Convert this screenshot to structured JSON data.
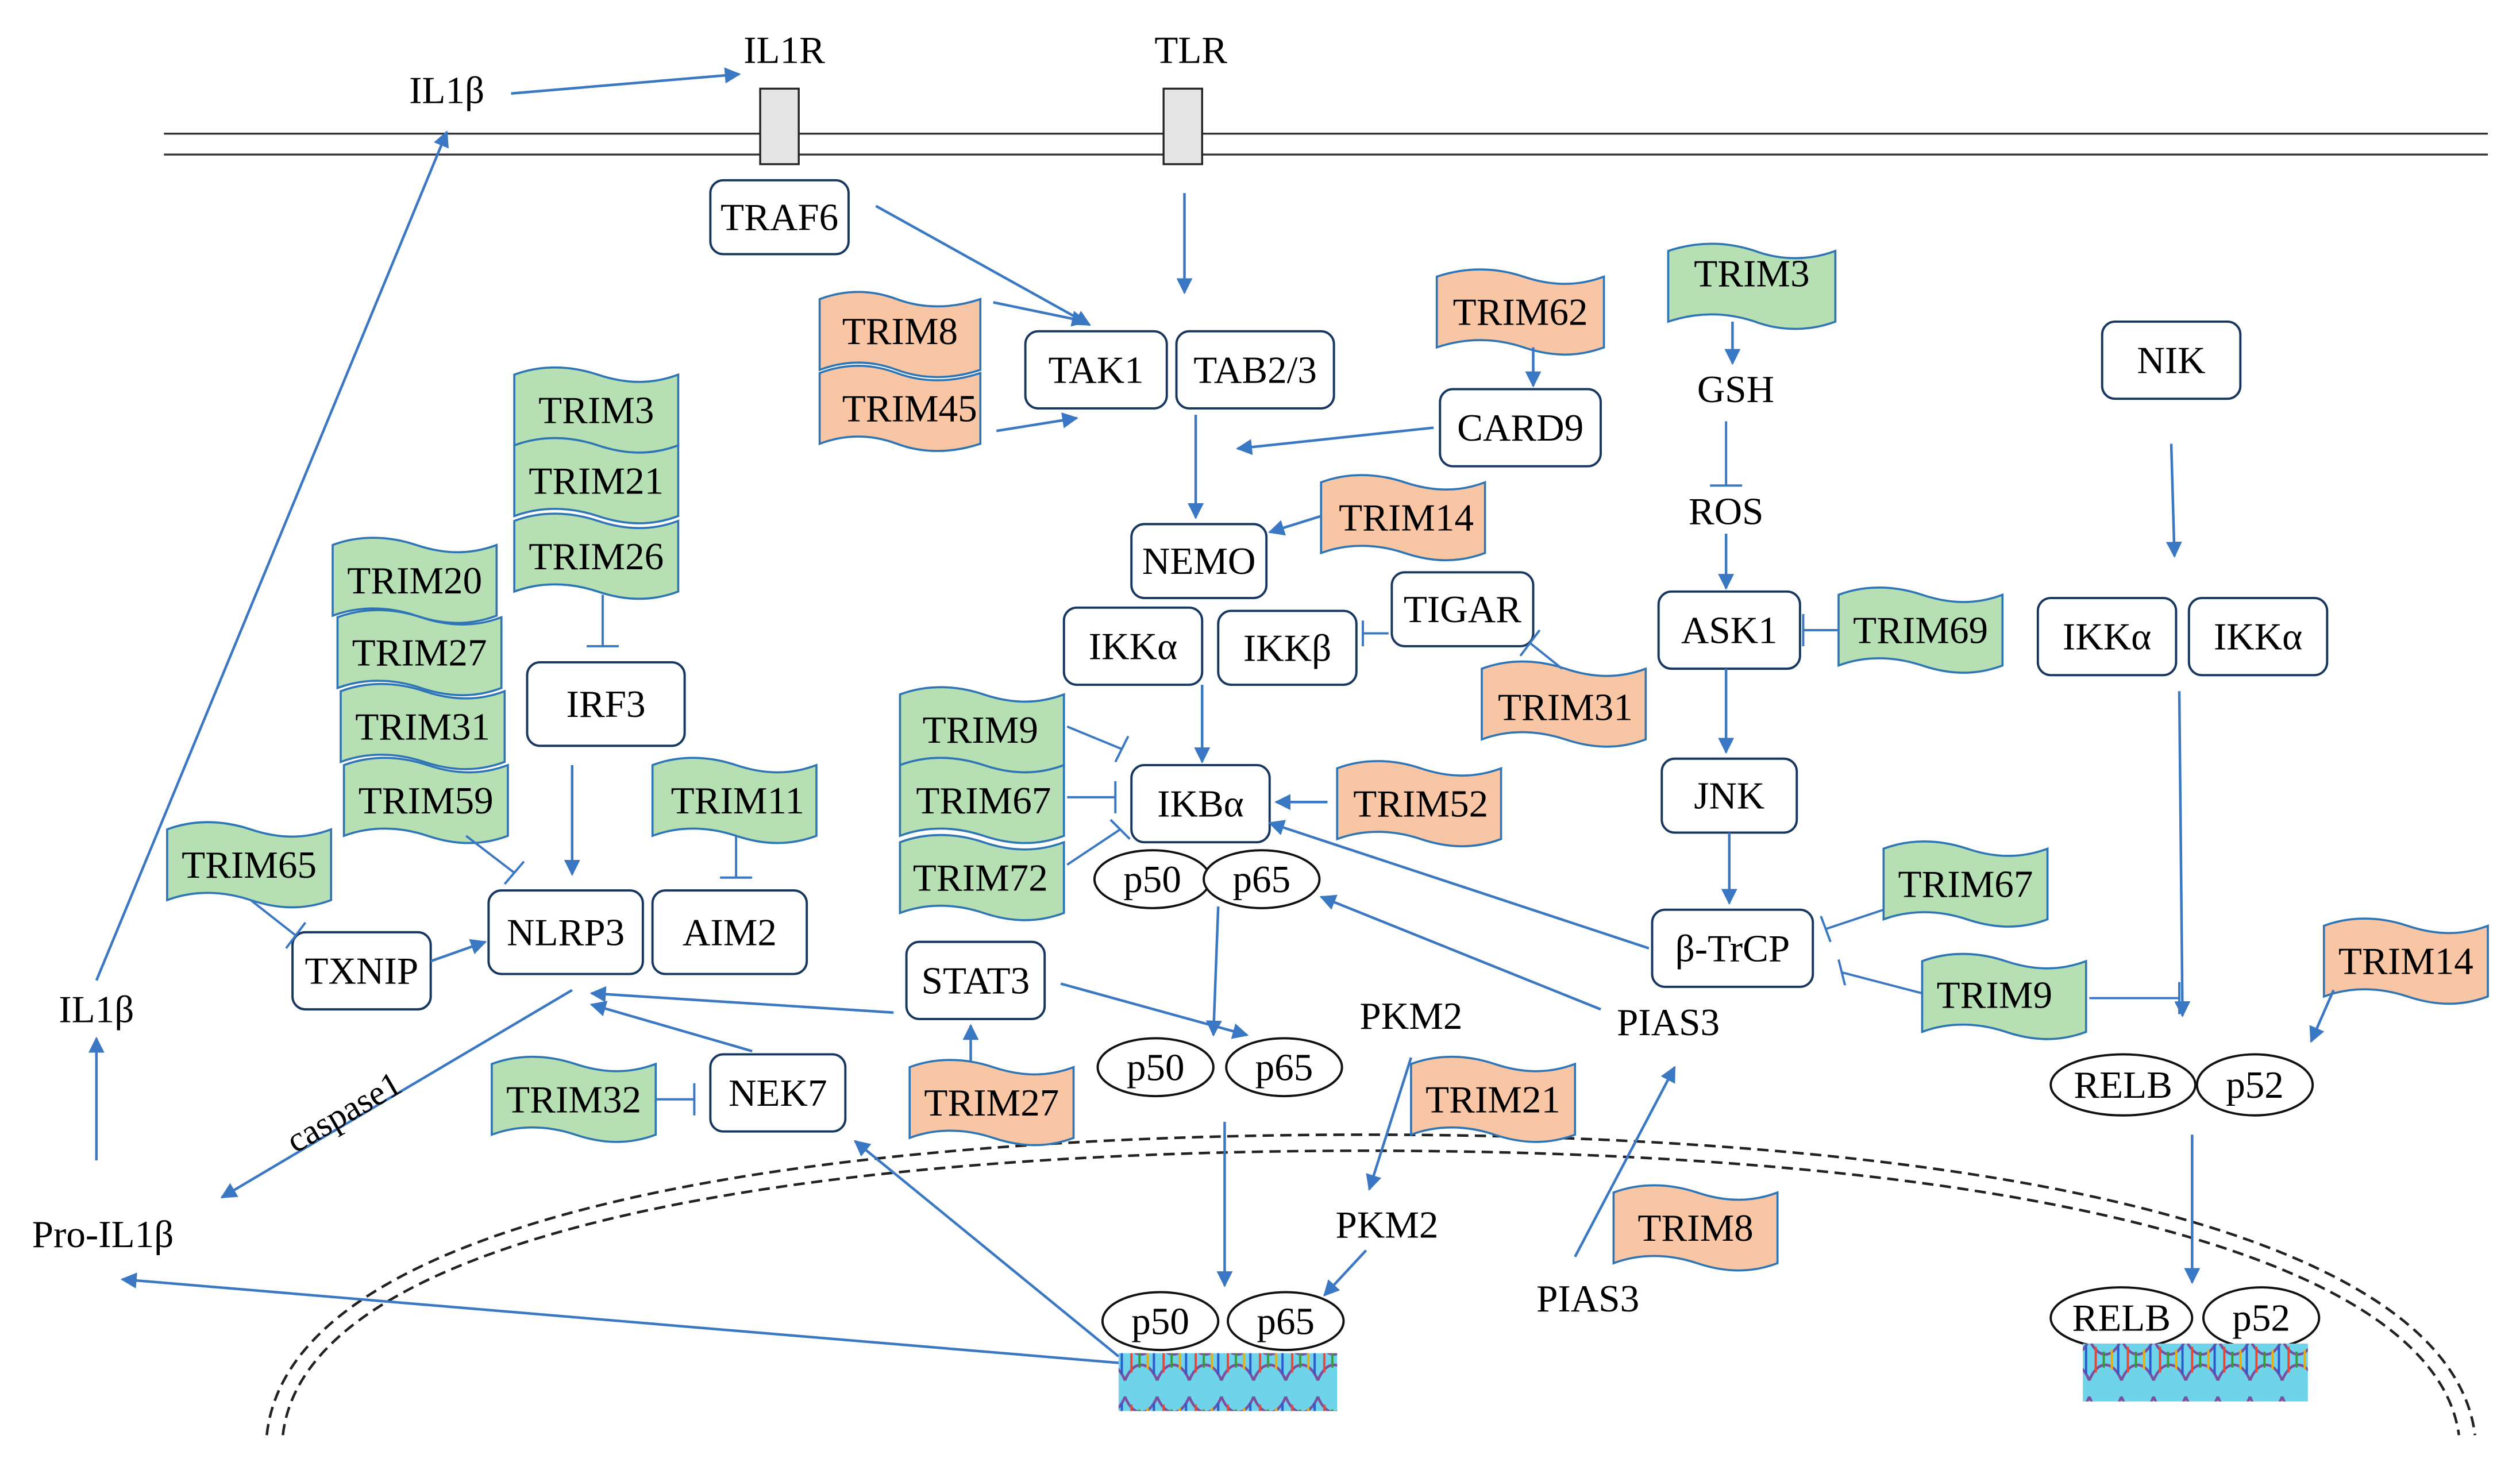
{
  "colors": {
    "arrow": "#3a78c3",
    "box_stroke": "#17375e",
    "trim_activator_fill": "#f8c6a5",
    "trim_inhibitor_fill": "#b7dfb4",
    "trim_outline": "#2e75b6",
    "receptor_fill": "#e4e4e4",
    "dna_background": "#6fd3ea"
  },
  "legend_note": "",
  "labels": {
    "il1b_top": "IL1β",
    "il1r": "IL1R",
    "tlr": "TLR",
    "traf6": "TRAF6",
    "tak1": "TAK1",
    "tab23": "TAB2/3",
    "card9": "CARD9",
    "nemo": "NEMO",
    "ikka_left": "IKKα",
    "ikkb": "IKKβ",
    "tigar": "TIGAR",
    "ikba": "IKBα",
    "p50_a": "p50",
    "p65_a": "p65",
    "p50_b": "p50",
    "p65_b": "p65",
    "p50_c": "p50",
    "p65_c": "p65",
    "stat3": "STAT3",
    "pkm2_cyto": "PKM2",
    "pkm2_nuc": "PKM2",
    "pias3_cyto": "PIAS3",
    "pias3_nuc": "PIAS3",
    "gsh": "GSH",
    "ros": "ROS",
    "ask1": "ASK1",
    "jnk": "JNK",
    "btrcp": "β-TrCP",
    "nik": "NIK",
    "ikka_r1": "IKKα",
    "ikka_r2": "IKKα",
    "relb_a": "RELB",
    "p52_a": "p52",
    "relb_b": "RELB",
    "p52_b": "p52",
    "irf3": "IRF3",
    "nlrp3": "NLRP3",
    "aim2": "AIM2",
    "txnip": "TXNIP",
    "nek7": "NEK7",
    "il1b_left": "IL1β",
    "pro_il1b": "Pro-IL1β",
    "caspase1": "caspase1"
  },
  "trims": {
    "trim3_top": "TRIM3",
    "trim8_top": "TRIM8",
    "trim45": "TRIM45",
    "trim62": "TRIM62",
    "trim14_mid": "TRIM14",
    "trim3_left": "TRIM3",
    "trim21_left": "TRIM21",
    "trim26": "TRIM26",
    "trim20": "TRIM20",
    "trim27_left": "TRIM27",
    "trim31_left": "TRIM31",
    "trim59": "TRIM59",
    "trim65": "TRIM65",
    "trim11": "TRIM11",
    "trim32": "TRIM32",
    "trim9_left": "TRIM9",
    "trim67_left": "TRIM67",
    "trim72": "TRIM72",
    "trim52": "TRIM52",
    "trim31_right": "TRIM31",
    "trim69": "TRIM69",
    "trim67_right": "TRIM67",
    "trim9_right": "TRIM9",
    "trim14_right": "TRIM14",
    "trim27_bottom": "TRIM27",
    "trim21_bottom": "TRIM21",
    "trim8_bottom": "TRIM8"
  },
  "icons": {
    "dna_left": "dna-helix-icon",
    "dna_right": "dna-helix-icon"
  }
}
